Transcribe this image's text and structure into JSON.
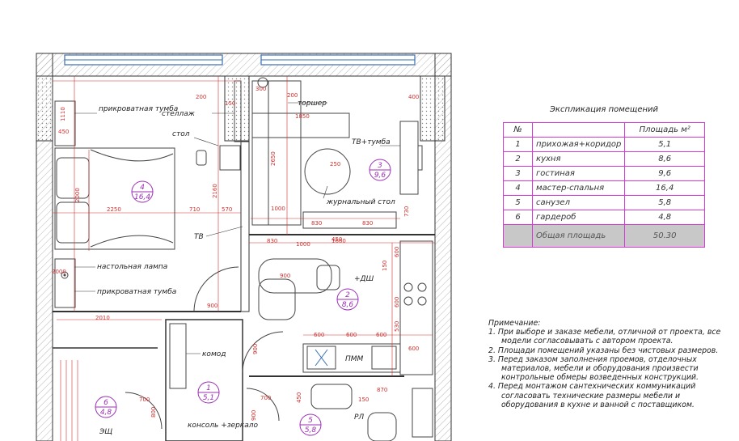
{
  "plan": {
    "labels": {
      "nightstand": "прикроватная тумба",
      "nightstand2": "прикроватная тумба",
      "shelf": "стеллаж",
      "table": "стол",
      "floor_lamp": "торшер",
      "tv_stand": "ТВ+тумба",
      "coffee_table": "журнальный стол",
      "tv": "ТВ",
      "table_lamp": "настольная лампа",
      "dresser": "комод",
      "console": "консоль +зеркало",
      "electric_panel": "ЭЩ",
      "dishwasher": "ПММ",
      "fridge": "+ДШ",
      "water_heater": "РЛ"
    },
    "rooms": [
      {
        "num": "4",
        "area": "16,4"
      },
      {
        "num": "3",
        "area": "9,6"
      },
      {
        "num": "2",
        "area": "8,6"
      },
      {
        "num": "1",
        "area": "5,1"
      },
      {
        "num": "6",
        "area": "4,8"
      },
      {
        "num": "5",
        "area": "5,8"
      }
    ],
    "dims": [
      "1110",
      "450",
      "200",
      "200",
      "400",
      "150",
      "300",
      "1850",
      "1000",
      "2000",
      "2250",
      "710",
      "570",
      "2160",
      "900",
      "730",
      "2650",
      "1000",
      "830",
      "830",
      "830",
      "1660",
      "250",
      "900",
      "600",
      "600",
      "600",
      "600",
      "530",
      "600",
      "600",
      "150",
      "2010",
      "900",
      "450",
      "700",
      "700",
      "800",
      "150",
      "870",
      "900",
      "450",
      "2000"
    ]
  },
  "explication": {
    "title": "Экспликация помещений",
    "headers": {
      "num": "№",
      "name": "",
      "area": "Площадь м²"
    },
    "rows": [
      {
        "num": "1",
        "name": "прихожая+коридор",
        "area": "5,1"
      },
      {
        "num": "2",
        "name": "кухня",
        "area": "8,6"
      },
      {
        "num": "3",
        "name": "гостиная",
        "area": "9,6"
      },
      {
        "num": "4",
        "name": "мастер-спальня",
        "area": "16,4"
      },
      {
        "num": "5",
        "name": "санузел",
        "area": "5,8"
      },
      {
        "num": "6",
        "name": "гардероб",
        "area": "4,8"
      }
    ],
    "total": {
      "label": "Общая площадь",
      "area": "50.30"
    }
  },
  "notes": {
    "title": "Примечание:",
    "items": [
      "1.  При выборе и заказе мебели, отличной от проекта, все модели согласовывать с автором проекта.",
      "2.  Площади помещений указаны без чистовых размеров.",
      "3.  Перед заказом заполнения проемов, отделочных материалов, мебели и оборудования произвести контрольные обмеры возведенных конструкций.",
      "4.  Перед монтажом сантехнических коммуникаций согласовать технические размеры мебели и оборудования в кухне и ванной  с поставщиком."
    ]
  }
}
